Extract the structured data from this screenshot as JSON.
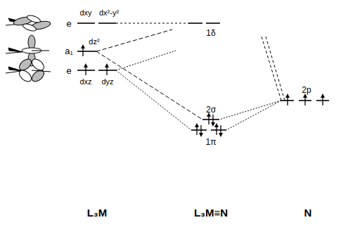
{
  "diagram": {
    "labels": [
      "dxy",
      "dx²-y²",
      "e",
      "1δ",
      "a₁",
      "dz²",
      "e",
      "dxz",
      "dyz",
      "2σ",
      "2p",
      "1π",
      "L₃M",
      "L₃M≡N",
      "N"
    ]
  }
}
